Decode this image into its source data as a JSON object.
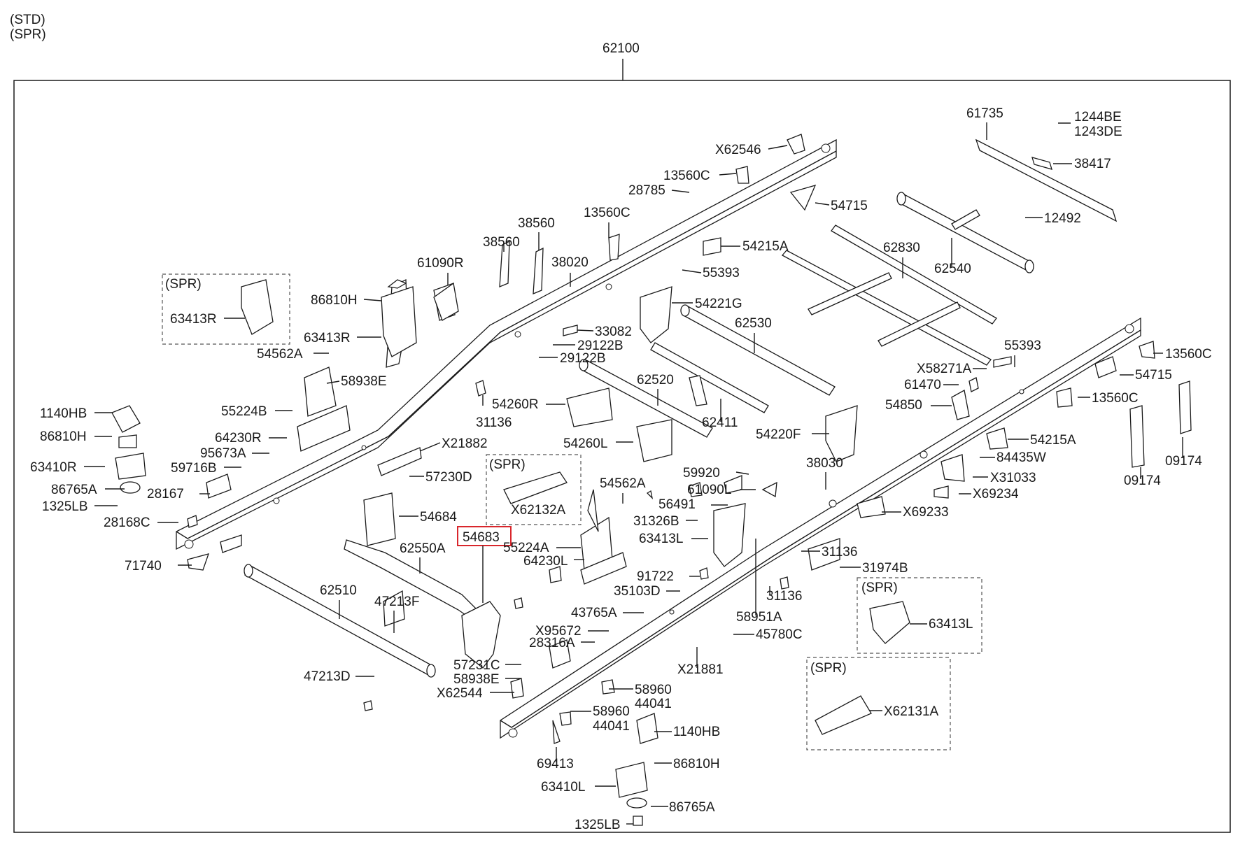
{
  "header": {
    "variant_std": "(STD)",
    "variant_spr": "(SPR)",
    "assembly_number": "62100"
  },
  "insets": [
    {
      "tag": "(SPR)",
      "part": "63413R"
    },
    {
      "tag": "(SPR)",
      "part": "X62132A"
    },
    {
      "tag": "(SPR)",
      "part": "63413L"
    },
    {
      "tag": "(SPR)",
      "part": "X62131A"
    }
  ],
  "highlighted_part": "54683",
  "parts": [
    {
      "id": "p0",
      "label": "61735"
    },
    {
      "id": "p1",
      "label": "1244BE"
    },
    {
      "id": "p2",
      "label": "1243DE"
    },
    {
      "id": "p3",
      "label": "38417"
    },
    {
      "id": "p4",
      "label": "X62546"
    },
    {
      "id": "p5",
      "label": "13560C"
    },
    {
      "id": "p6",
      "label": "28785"
    },
    {
      "id": "p7",
      "label": "54715"
    },
    {
      "id": "p8",
      "label": "12492"
    },
    {
      "id": "p9",
      "label": "13560C"
    },
    {
      "id": "p10",
      "label": "38560"
    },
    {
      "id": "p11",
      "label": "38560"
    },
    {
      "id": "p12",
      "label": "54215A"
    },
    {
      "id": "p13",
      "label": "62830"
    },
    {
      "id": "p14",
      "label": "61090R"
    },
    {
      "id": "p15",
      "label": "38020"
    },
    {
      "id": "p16",
      "label": "62540"
    },
    {
      "id": "p17",
      "label": "55393"
    },
    {
      "id": "p18",
      "label": "86810H"
    },
    {
      "id": "p19",
      "label": "54221G"
    },
    {
      "id": "p20",
      "label": "33082"
    },
    {
      "id": "p21",
      "label": "62530"
    },
    {
      "id": "p22",
      "label": "63413R"
    },
    {
      "id": "p23",
      "label": "29122B"
    },
    {
      "id": "p24",
      "label": "54562A"
    },
    {
      "id": "p25",
      "label": "29122B"
    },
    {
      "id": "p26",
      "label": "55393"
    },
    {
      "id": "p27",
      "label": "13560C"
    },
    {
      "id": "p28",
      "label": "X58271A"
    },
    {
      "id": "p29",
      "label": "54715"
    },
    {
      "id": "p30",
      "label": "58938E"
    },
    {
      "id": "p31",
      "label": "62520"
    },
    {
      "id": "p32",
      "label": "61470"
    },
    {
      "id": "p33",
      "label": "1140HB"
    },
    {
      "id": "p34",
      "label": "55224B"
    },
    {
      "id": "p35",
      "label": "54260R"
    },
    {
      "id": "p36",
      "label": "54850"
    },
    {
      "id": "p37",
      "label": "13560C"
    },
    {
      "id": "p38",
      "label": "31136"
    },
    {
      "id": "p39",
      "label": "62411"
    },
    {
      "id": "p40",
      "label": "86810H"
    },
    {
      "id": "p41",
      "label": "64230R"
    },
    {
      "id": "p42",
      "label": "54220F"
    },
    {
      "id": "p43",
      "label": "X21882"
    },
    {
      "id": "p44",
      "label": "54260L"
    },
    {
      "id": "p45",
      "label": "95673A"
    },
    {
      "id": "p46",
      "label": "54215A"
    },
    {
      "id": "p47",
      "label": "84435W"
    },
    {
      "id": "p48",
      "label": "09174"
    },
    {
      "id": "p49",
      "label": "63410R"
    },
    {
      "id": "p50",
      "label": "59716B"
    },
    {
      "id": "p51",
      "label": "38030"
    },
    {
      "id": "p52",
      "label": "59920"
    },
    {
      "id": "p53",
      "label": "X31033"
    },
    {
      "id": "p54",
      "label": "09174"
    },
    {
      "id": "p55",
      "label": "57230D"
    },
    {
      "id": "p56",
      "label": "86765A"
    },
    {
      "id": "p57",
      "label": "61090L"
    },
    {
      "id": "p58",
      "label": "28167"
    },
    {
      "id": "p59",
      "label": "54562A"
    },
    {
      "id": "p60",
      "label": "X69234"
    },
    {
      "id": "p61",
      "label": "1325LB"
    },
    {
      "id": "p62",
      "label": "56491"
    },
    {
      "id": "p63",
      "label": "54684"
    },
    {
      "id": "p64",
      "label": "28168C"
    },
    {
      "id": "p65",
      "label": "31326B"
    },
    {
      "id": "p66",
      "label": "X69233"
    },
    {
      "id": "p67",
      "label": "63413L"
    },
    {
      "id": "p68",
      "label": "55224A"
    },
    {
      "id": "p69",
      "label": "62550A"
    },
    {
      "id": "p70",
      "label": "31136"
    },
    {
      "id": "p71",
      "label": "64230L"
    },
    {
      "id": "p72",
      "label": "71740"
    },
    {
      "id": "p73",
      "label": "31974B"
    },
    {
      "id": "p74",
      "label": "91722"
    },
    {
      "id": "p75",
      "label": "35103D"
    },
    {
      "id": "p76",
      "label": "31136"
    },
    {
      "id": "p77",
      "label": "62510"
    },
    {
      "id": "p78",
      "label": "47213F"
    },
    {
      "id": "p79",
      "label": "43765A"
    },
    {
      "id": "p80",
      "label": "58951A"
    },
    {
      "id": "p81",
      "label": "X95672"
    },
    {
      "id": "p82",
      "label": "45780C"
    },
    {
      "id": "p83",
      "label": "28316A"
    },
    {
      "id": "p84",
      "label": "X21881"
    },
    {
      "id": "p85",
      "label": "57231C"
    },
    {
      "id": "p86",
      "label": "47213D"
    },
    {
      "id": "p87",
      "label": "58938E"
    },
    {
      "id": "p88",
      "label": "58960"
    },
    {
      "id": "p89",
      "label": "44041"
    },
    {
      "id": "p90",
      "label": "X62544"
    },
    {
      "id": "p91",
      "label": "58960"
    },
    {
      "id": "p92",
      "label": "44041"
    },
    {
      "id": "p93",
      "label": "1140HB"
    },
    {
      "id": "p94",
      "label": "69413"
    },
    {
      "id": "p95",
      "label": "86810H"
    },
    {
      "id": "p96",
      "label": "63410L"
    },
    {
      "id": "p97",
      "label": "86765A"
    },
    {
      "id": "p98",
      "label": "1325LB"
    }
  ]
}
